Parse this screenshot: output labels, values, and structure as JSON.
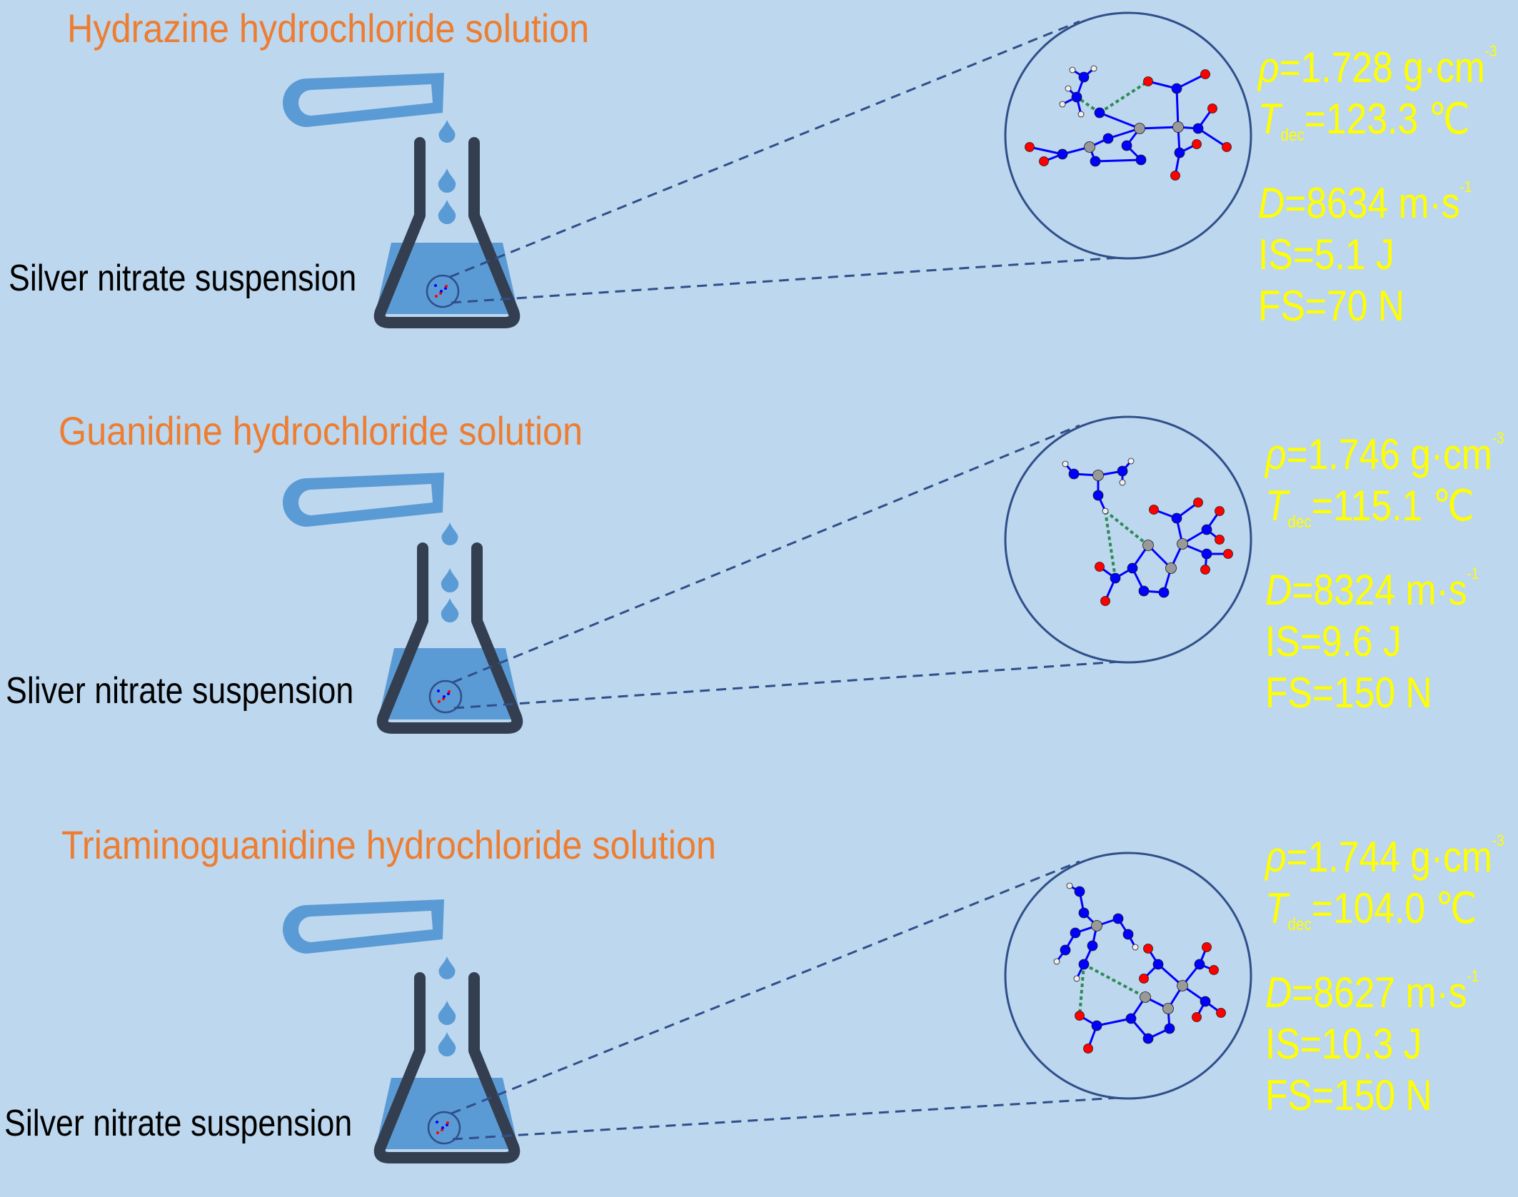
{
  "colors": {
    "background": "#bdd7ee",
    "title": "#ed7d31",
    "property_text": "#ffff00",
    "label_text": "#000000",
    "flask_outline": "#333f50",
    "liquid": "#5b9bd5",
    "tube": "#5b9bd5",
    "droplet": "#5b9bd5",
    "leader_line": "#2f4f8a",
    "circle_outline": "#2f4f8a",
    "nitrogen_atom": "#0000ff",
    "oxygen_atom": "#ff0000",
    "carbon_atom": "#999999",
    "hydrogen_atom": "#eeeeee",
    "hydrogen_bond": "#2e8b57"
  },
  "panels": [
    {
      "title": "Hydrazine hydrochloride solution",
      "label": "Silver nitrate suspension",
      "props": {
        "rho_symbol": "ρ",
        "rho_value": "=1.728 g·cm",
        "rho_exp": "-3",
        "t_symbol": "T",
        "t_sub": "dec",
        "t_value": "=123.3 ℃",
        "d_symbol": "D",
        "d_value": "=8634 m·s",
        "d_exp": "-1",
        "is": "IS=5.1 J",
        "fs": "FS=70 N"
      }
    },
    {
      "title": "Guanidine hydrochloride solution",
      "label": "Sliver nitrate suspension",
      "props": {
        "rho_symbol": "ρ",
        "rho_value": "=1.746 g·cm",
        "rho_exp": "-3",
        "t_symbol": "T",
        "t_sub": "dec",
        "t_value": "=115.1 ℃",
        "d_symbol": "D",
        "d_value": "=8324 m·s",
        "d_exp": "-1",
        "is": "IS=9.6 J",
        "fs": "FS=150 N"
      }
    },
    {
      "title": "Triaminoguanidine hydrochloride solution",
      "label": "Silver nitrate suspension",
      "props": {
        "rho_symbol": "ρ",
        "rho_value": "=1.744 g·cm",
        "rho_exp": "-3",
        "t_symbol": "T",
        "t_sub": "dec",
        "t_value": "=104.0 ℃",
        "d_symbol": "D",
        "d_value": "=8627 m·s",
        "d_exp": "-1",
        "is": "IS=10.3 J",
        "fs": "FS=150 N"
      }
    }
  ]
}
